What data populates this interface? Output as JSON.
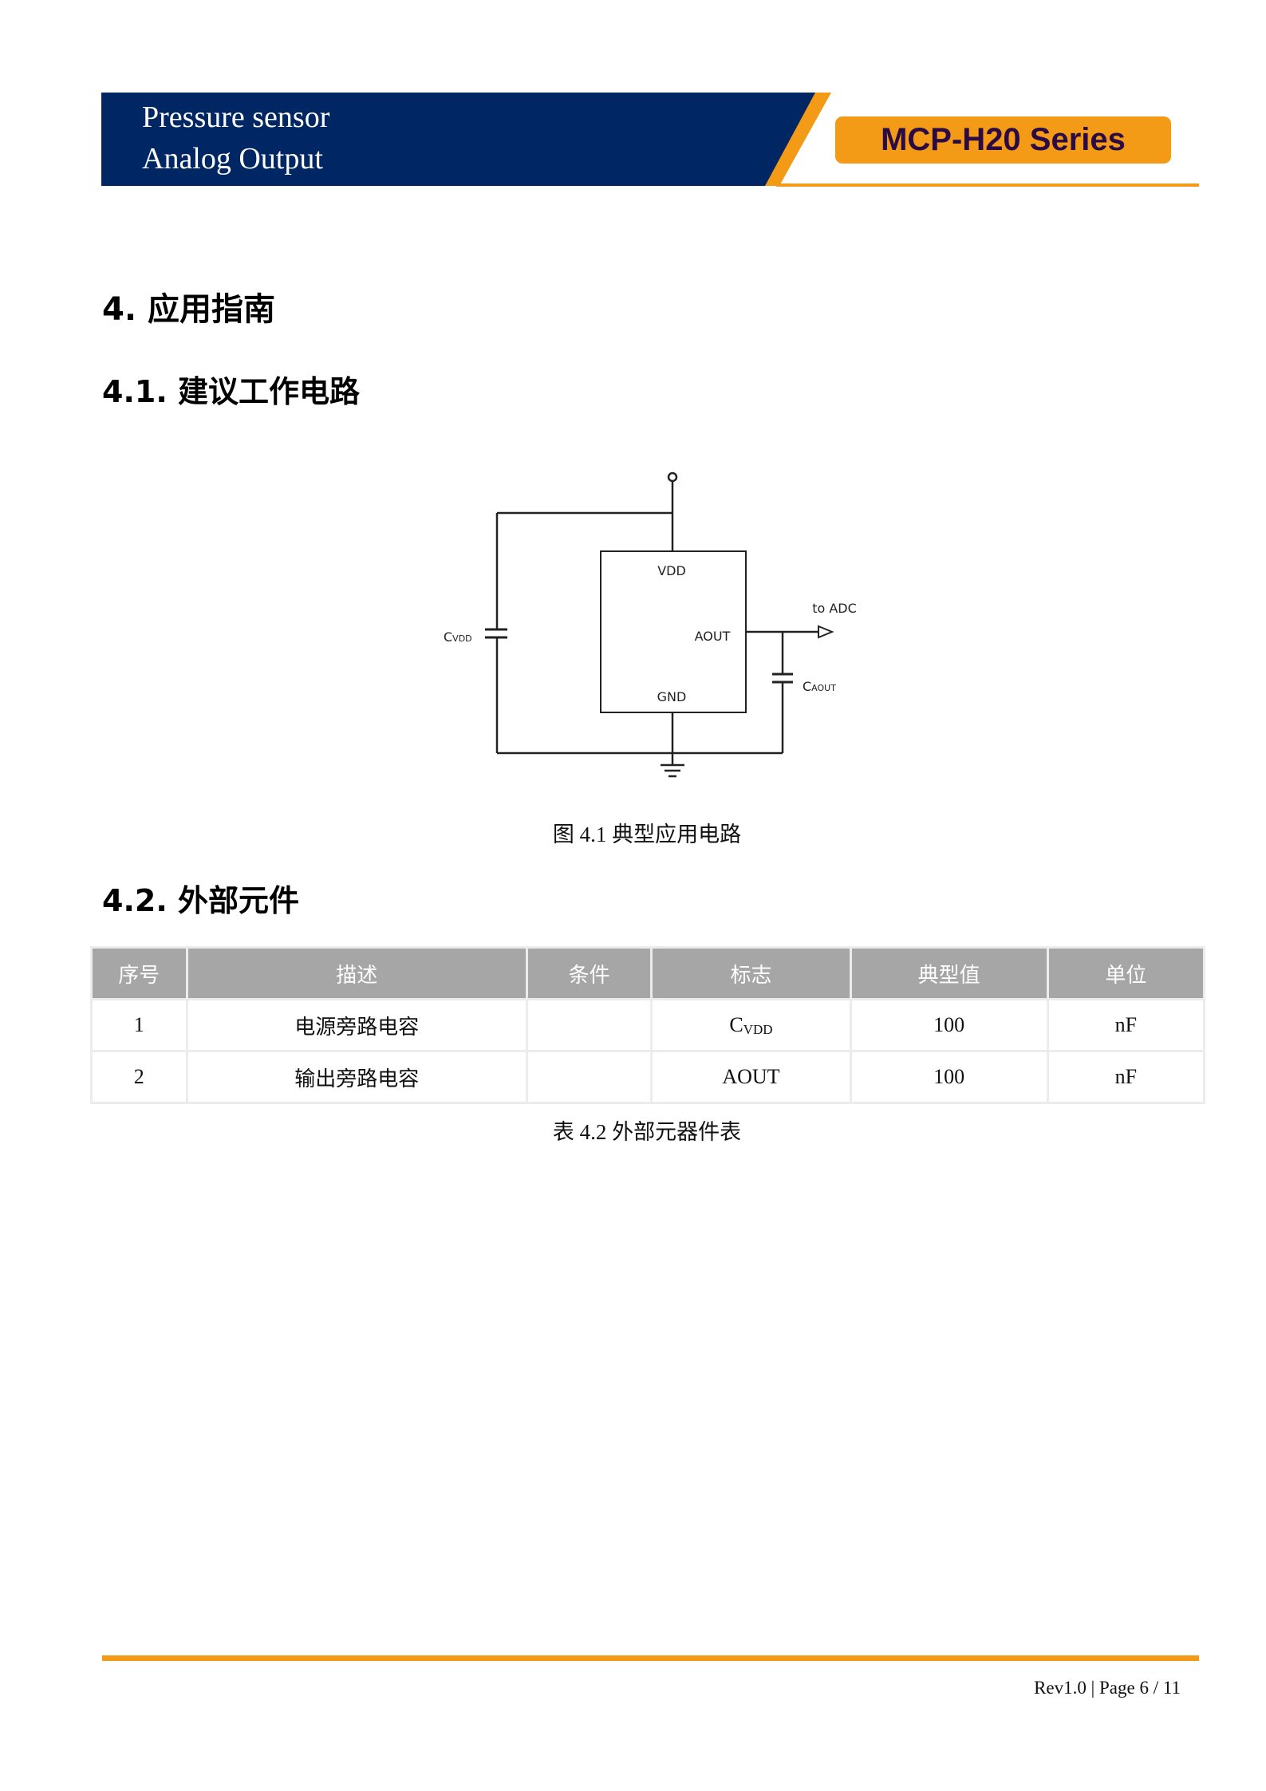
{
  "header": {
    "title_line1": "Pressure sensor",
    "title_line2": "Analog Output",
    "series_badge": "MCP-H20 Series",
    "colors": {
      "navy": "#002663",
      "orange": "#f39a16",
      "badge_text": "#2b0b45"
    }
  },
  "section": {
    "heading": "4.  应用指南",
    "sub1": "4.1.  建议工作电路",
    "sub2": "4.2.  外部元件"
  },
  "circuit": {
    "vdd": "VDD",
    "aout": "AOUT",
    "gnd": "GND",
    "to_adc": "to ADC",
    "cvdd": {
      "main": "C",
      "sub": "VDD"
    },
    "caout": {
      "main": "C",
      "sub": "AOUT"
    },
    "caption": "图 4.1    典型应用电路"
  },
  "table": {
    "headers": [
      "序号",
      "描述",
      "条件",
      "标志",
      "典型值",
      "单位"
    ],
    "rows": [
      {
        "no": "1",
        "desc": "电源旁路电容",
        "cond": "",
        "symbol_main": "C",
        "symbol_sub": "VDD",
        "typ": "100",
        "unit": "nF"
      },
      {
        "no": "2",
        "desc": "输出旁路电容",
        "cond": "",
        "symbol_main": "AOUT",
        "symbol_sub": "",
        "typ": "100",
        "unit": "nF"
      }
    ],
    "caption": "表 4.2    外部元器件表"
  },
  "footer": {
    "text": "Rev1.0 | Page 6 / 11"
  }
}
